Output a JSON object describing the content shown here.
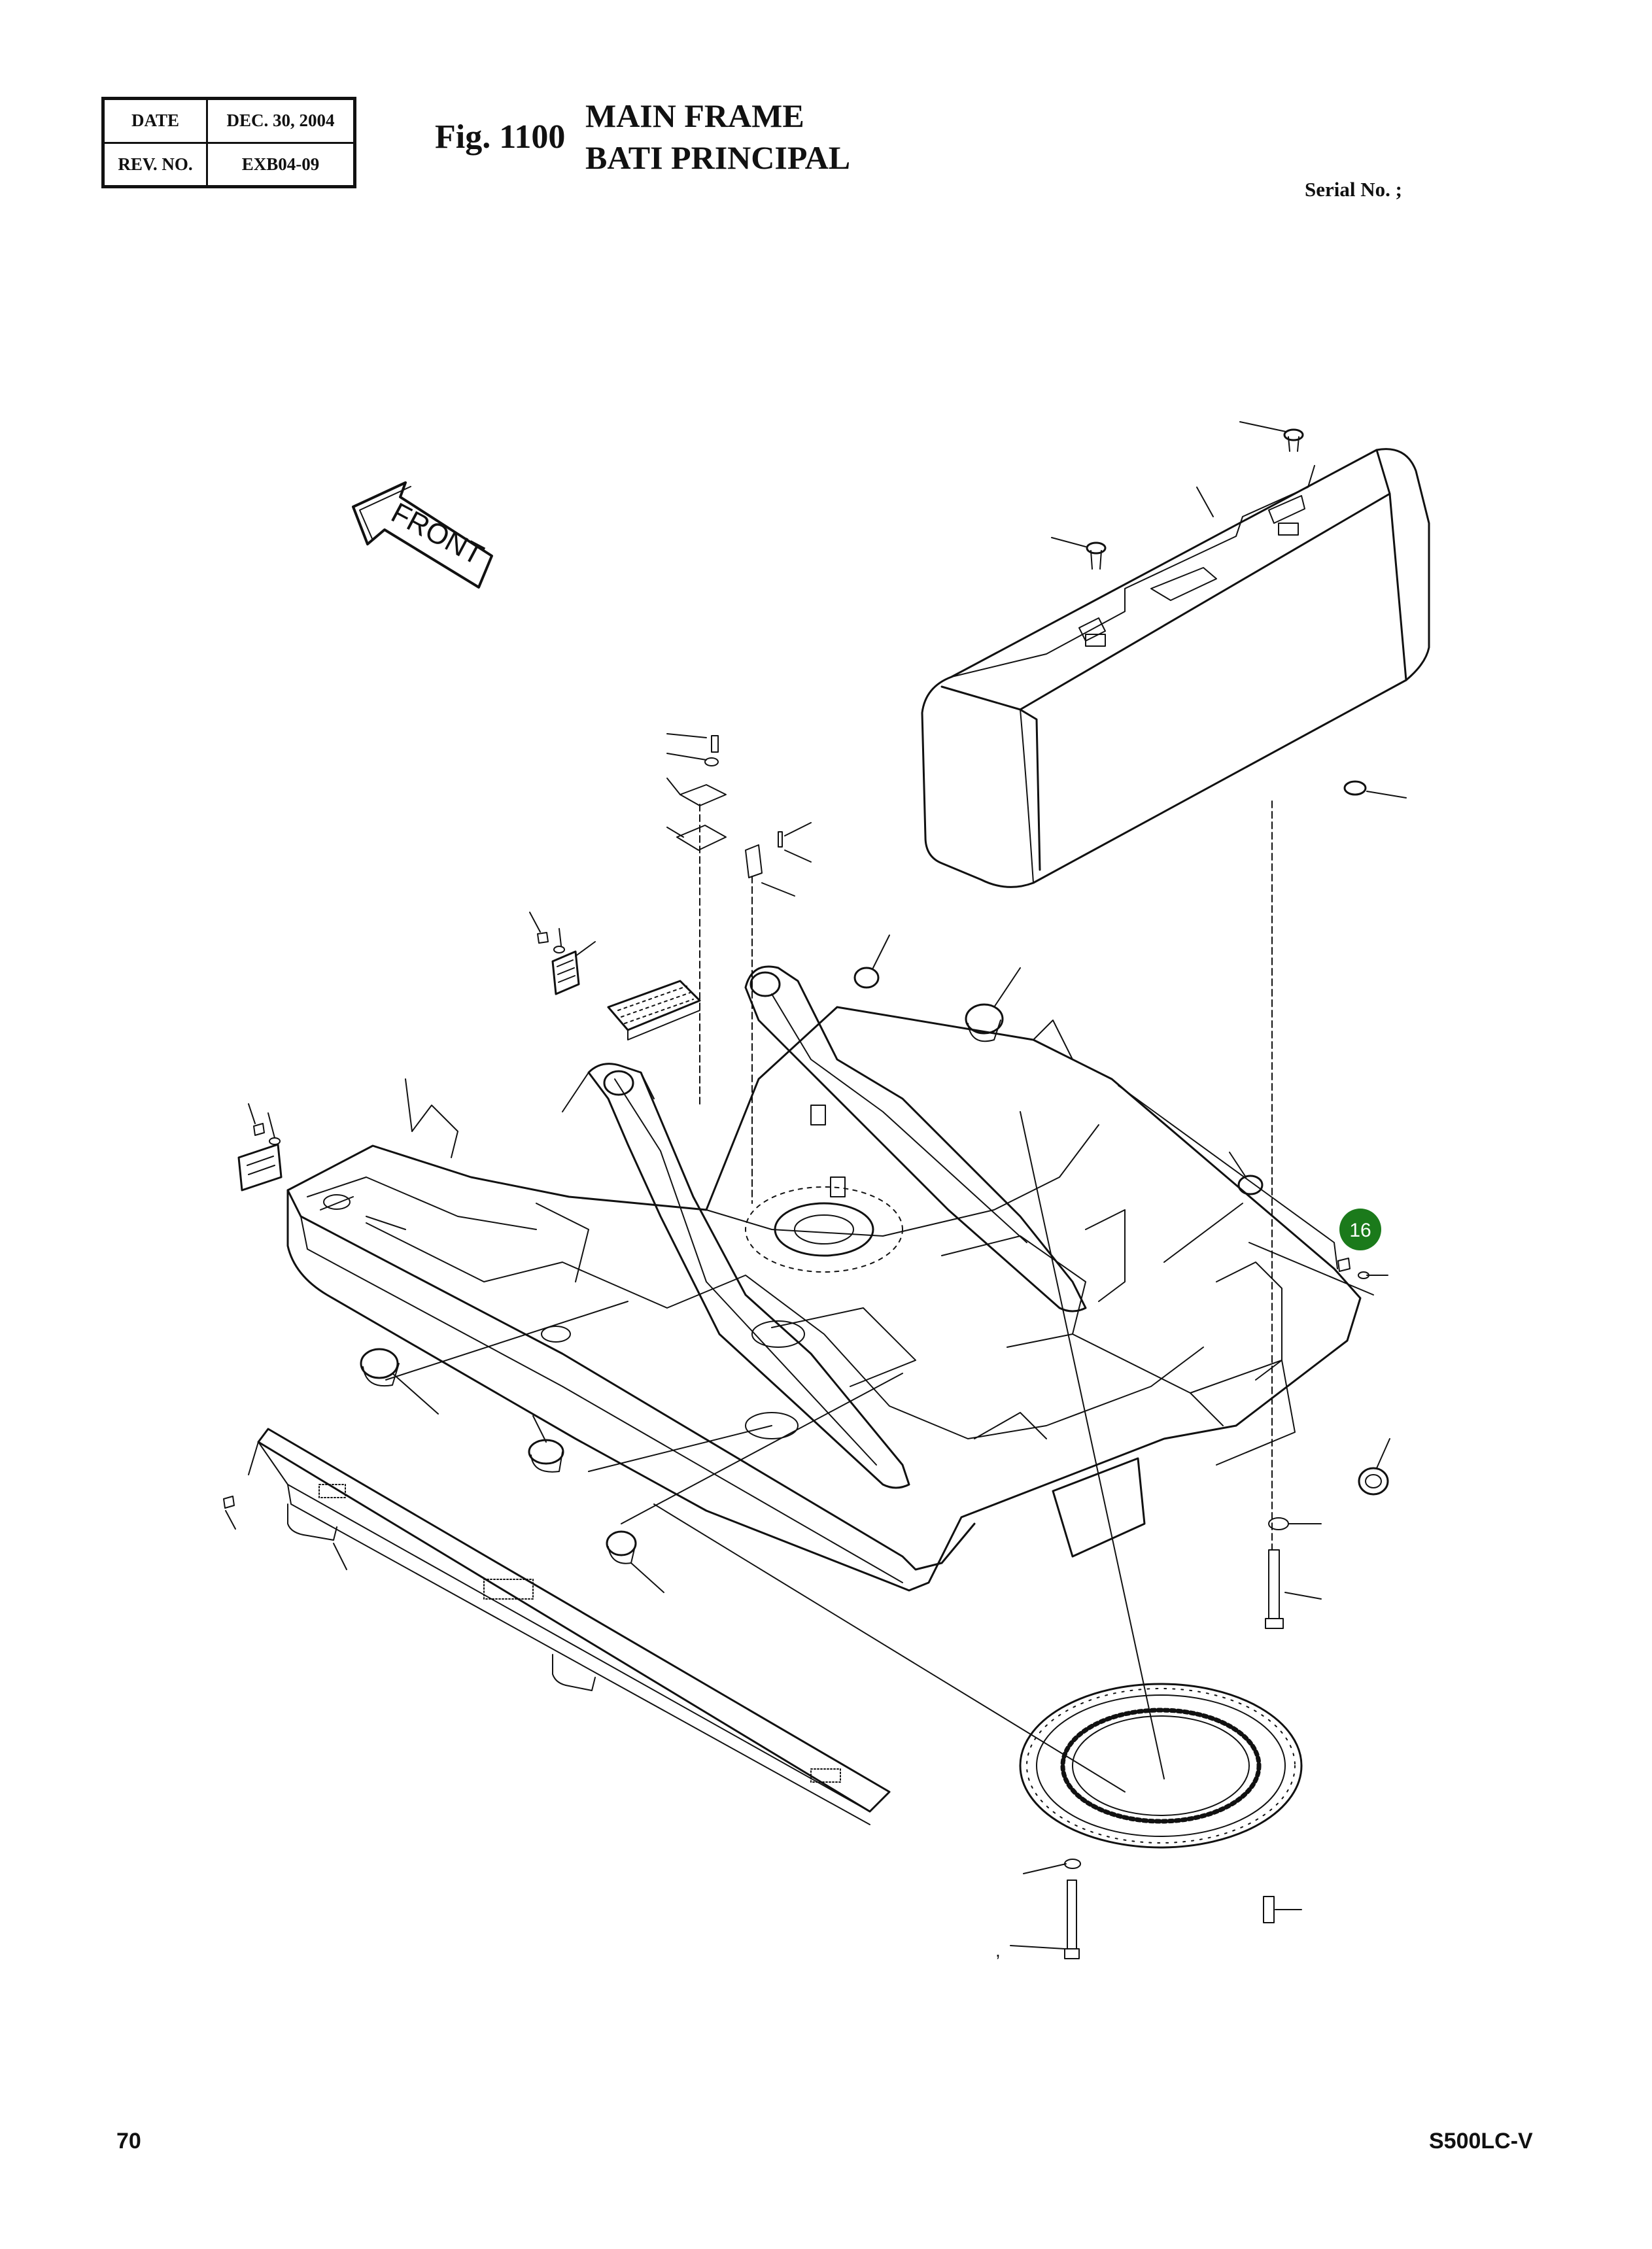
{
  "header": {
    "date_label": "DATE",
    "date_value": "DEC. 30, 2004",
    "rev_label": "REV. NO.",
    "rev_value": "EXB04-09",
    "fig_number": "Fig. 1100",
    "title_en": "MAIN FRAME",
    "title_fr": "BATI PRINCIPAL",
    "serial_label": "Serial No. ;"
  },
  "drawing": {
    "front_label": "FRONT",
    "callout_badge": "16",
    "badge_color": "#1b7a1b",
    "stray_mark": ","
  },
  "footer": {
    "page_number": "70",
    "model": "S500LC-V"
  }
}
